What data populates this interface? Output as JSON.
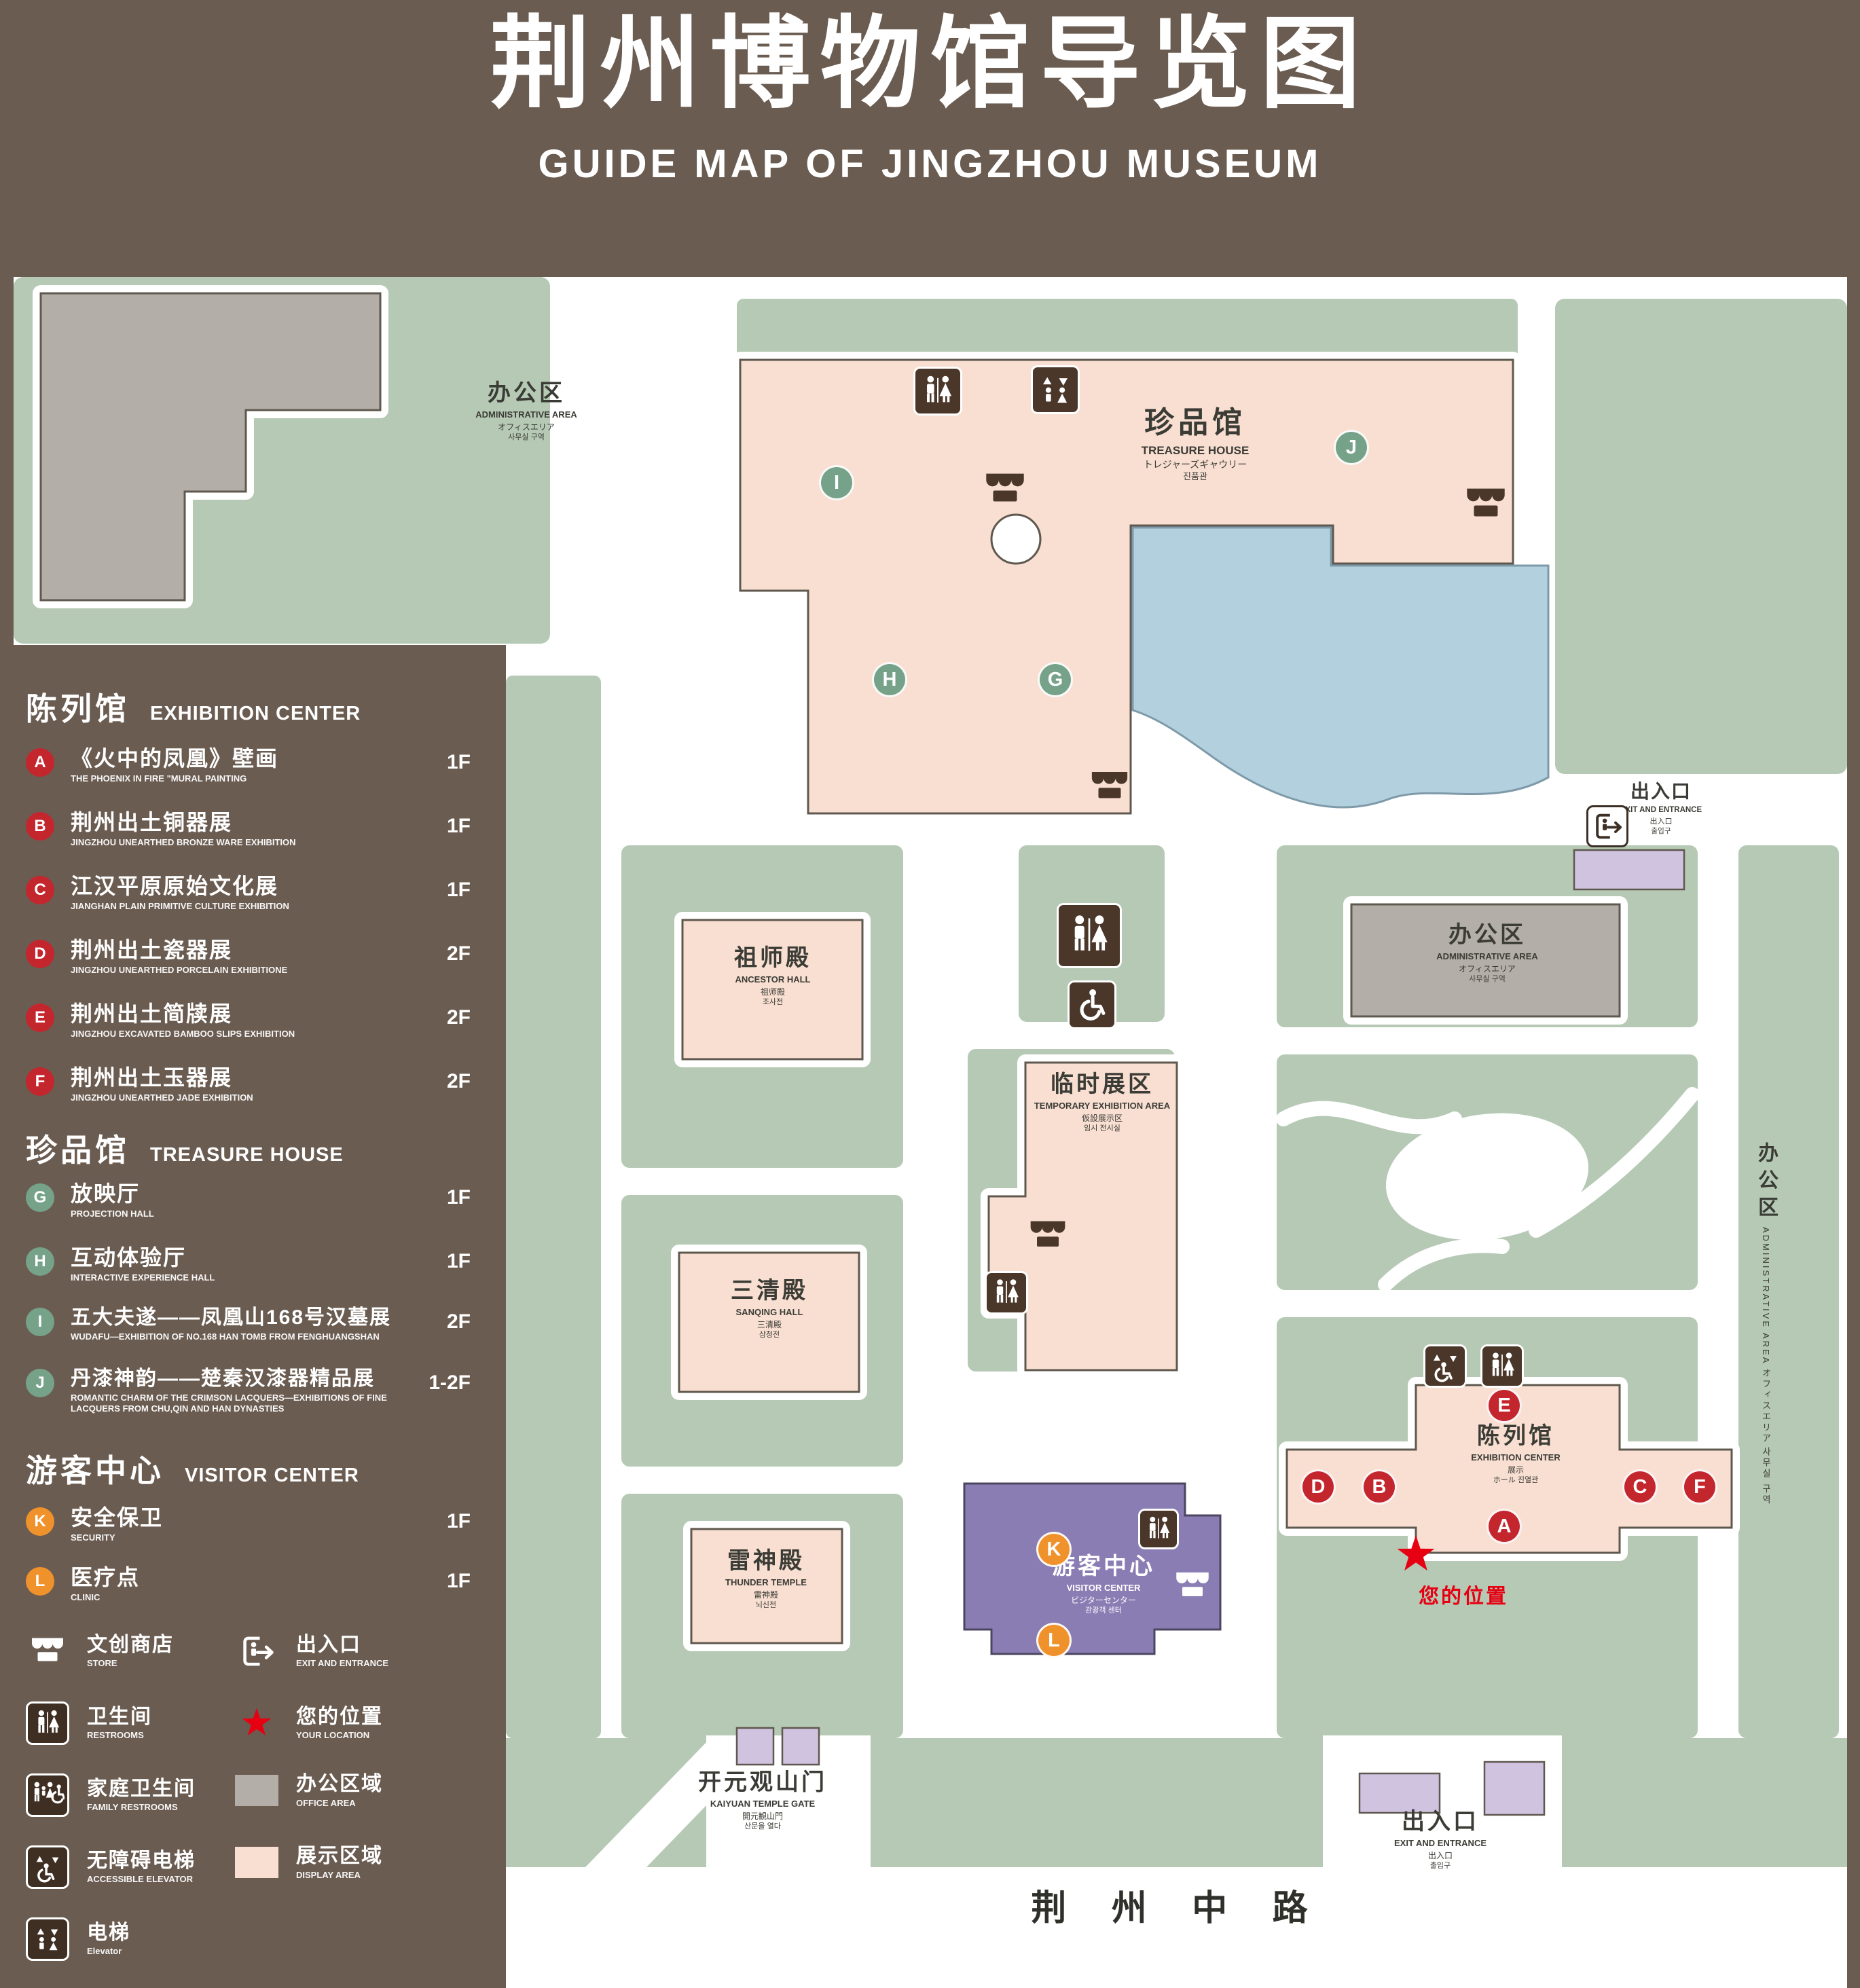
{
  "header": {
    "title_cn": "荆州博物馆导览图",
    "title_en": "GUIDE MAP OF JINGZHOU MUSEUM"
  },
  "colors": {
    "background": "#6b5c51",
    "landscape_green": "#b5c9b5",
    "display_area_pink": "#f8dfd2",
    "office_area_gray": "#b4aea8",
    "water_blue": "#b3d0df",
    "visitor_center_purple": "#8a7db4",
    "gate_lavender": "#cfc3e0",
    "marker_red": "#c4262e",
    "marker_green": "#76a289",
    "marker_orange": "#f0922b",
    "your_location_red": "#e60012"
  },
  "legend": {
    "sections": [
      {
        "title_cn": "陈列馆",
        "title_en": "EXHIBITION CENTER",
        "items": [
          {
            "letter": "A",
            "cn": "《火中的凤凰》壁画",
            "en": "THE PHOENIX IN FIRE \"MURAL PAINTING",
            "floor": "1F"
          },
          {
            "letter": "B",
            "cn": "荆州出土铜器展",
            "en": "JINGZHOU UNEARTHED BRONZE WARE EXHIBITION",
            "floor": "1F"
          },
          {
            "letter": "C",
            "cn": "江汉平原原始文化展",
            "en": "JIANGHAN PLAIN PRIMITIVE CULTURE EXHIBITION",
            "floor": "1F"
          },
          {
            "letter": "D",
            "cn": "荆州出土瓷器展",
            "en": "JINGZHOU UNEARTHED PORCELAIN EXHIBITIONE",
            "floor": "2F"
          },
          {
            "letter": "E",
            "cn": "荆州出土简牍展",
            "en": "JINGZHOU EXCAVATED BAMBOO SLIPS EXHIBITION",
            "floor": "2F"
          },
          {
            "letter": "F",
            "cn": "荆州出土玉器展",
            "en": "JINGZHOU UNEARTHED JADE EXHIBITION",
            "floor": "2F"
          }
        ]
      },
      {
        "title_cn": "珍品馆",
        "title_en": "TREASURE HOUSE",
        "items": [
          {
            "letter": "G",
            "cn": "放映厅",
            "en": "PROJECTION HALL",
            "floor": "1F"
          },
          {
            "letter": "H",
            "cn": "互动体验厅",
            "en": "INTERACTIVE EXPERIENCE HALL",
            "floor": "1F"
          },
          {
            "letter": "I",
            "cn": "五大夫遂——凤凰山168号汉墓展",
            "en": "WUDAFU—EXHIBITION OF NO.168 HAN TOMB FROM FENGHUANGSHAN",
            "floor": "2F"
          },
          {
            "letter": "J",
            "cn": "丹漆神韵——楚秦汉漆器精品展",
            "en": "ROMANTIC CHARM OF THE CRIMSON LACQUERS—EXHIBITIONS OF FINE LACQUERS FROM CHU,QIN AND HAN DYNASTIES",
            "floor": "1-2F"
          }
        ]
      },
      {
        "title_cn": "游客中心",
        "title_en": "VISITOR CENTER",
        "items": [
          {
            "letter": "K",
            "cn": "安全保卫",
            "en": "SECURITY",
            "floor": "1F"
          },
          {
            "letter": "L",
            "cn": "医疗点",
            "en": "CLINIC",
            "floor": "1F"
          }
        ]
      }
    ],
    "symbols_left": [
      {
        "icon": "store-icon",
        "cn": "文创商店",
        "en": "STORE"
      },
      {
        "icon": "restroom-icon",
        "cn": "卫生间",
        "en": "RESTROOMS"
      },
      {
        "icon": "family-restroom-icon",
        "cn": "家庭卫生间",
        "en": "FAMILY RESTROOMS"
      },
      {
        "icon": "accessible-elevator-icon",
        "cn": "无障碍电梯",
        "en": "ACCESSIBLE ELEVATOR"
      },
      {
        "icon": "elevator-icon",
        "cn": "电梯",
        "en": "Elevator"
      }
    ],
    "symbols_right": [
      {
        "icon": "exit-icon",
        "cn": "出入口",
        "en": "EXIT AND ENTRANCE"
      },
      {
        "icon": "location-star-icon",
        "cn": "您的位置",
        "en": "YOUR LOCATION"
      },
      {
        "icon": "office-area-swatch",
        "cn": "办公区域",
        "en": "OFFICE AREA"
      },
      {
        "icon": "display-area-swatch",
        "cn": "展示区域",
        "en": "DISPLAY AREA"
      }
    ]
  },
  "map": {
    "labels": {
      "admin_nw": {
        "cn": "办公区",
        "en": "ADMINISTRATIVE AREA",
        "jp": "オフィスエリア",
        "kr": "사무실 구역"
      },
      "treasure": {
        "cn": "珍品馆",
        "en": "TREASURE HOUSE",
        "jp": "トレジャーズギャウリー",
        "kr": "진품관"
      },
      "admin_mid": {
        "cn": "办公区",
        "en": "ADMINISTRATIVE AREA",
        "jp": "オフィスエリア",
        "kr": "사무실 구역"
      },
      "admin_right": {
        "cn": "办公区",
        "en": "ADMINISTRATIVE AREA",
        "jp": "オフィスエリア",
        "kr": "사무실 구역"
      },
      "ancestor": {
        "cn": "祖师殿",
        "en": "ANCESTOR HALL",
        "jp": "祖师殿",
        "kr": "조사전"
      },
      "temporary": {
        "cn": "临时展区",
        "en": "TEMPORARY EXHIBITION AREA",
        "jp": "仮設展示区",
        "kr": "임시 전시실"
      },
      "sanqing": {
        "cn": "三清殿",
        "en": "SANQING HALL",
        "jp": "三清殿",
        "kr": "삼청전"
      },
      "thunder": {
        "cn": "雷神殿",
        "en": "THUNDER TEMPLE",
        "jp": "雷神殿",
        "kr": "뇌신전"
      },
      "visitor": {
        "cn": "游客中心",
        "en": "VISITOR CENTER",
        "jp": "ビジターセンター",
        "kr": "관광객 센터"
      },
      "exhibition": {
        "cn": "陈列馆",
        "en": "EXHIBITION CENTER",
        "jp": "展示",
        "kr": "ホール 진열관"
      },
      "gate": {
        "cn": "开元观山门",
        "en": "KAIYUAN TEMPLE GATE",
        "jp": "開元観山門",
        "kr": "산문을 열다"
      },
      "exit_right": {
        "cn": "出入口",
        "en": "EXIT AND ENTRANCE",
        "jp": "出入口",
        "kr": "출입구"
      },
      "exit_bottom": {
        "cn": "出入口",
        "en": "EXIT AND ENTRANCE",
        "jp": "出入口",
        "kr": "출입구"
      }
    },
    "your_location": "您的位置",
    "road": "荆 州 中 路"
  }
}
